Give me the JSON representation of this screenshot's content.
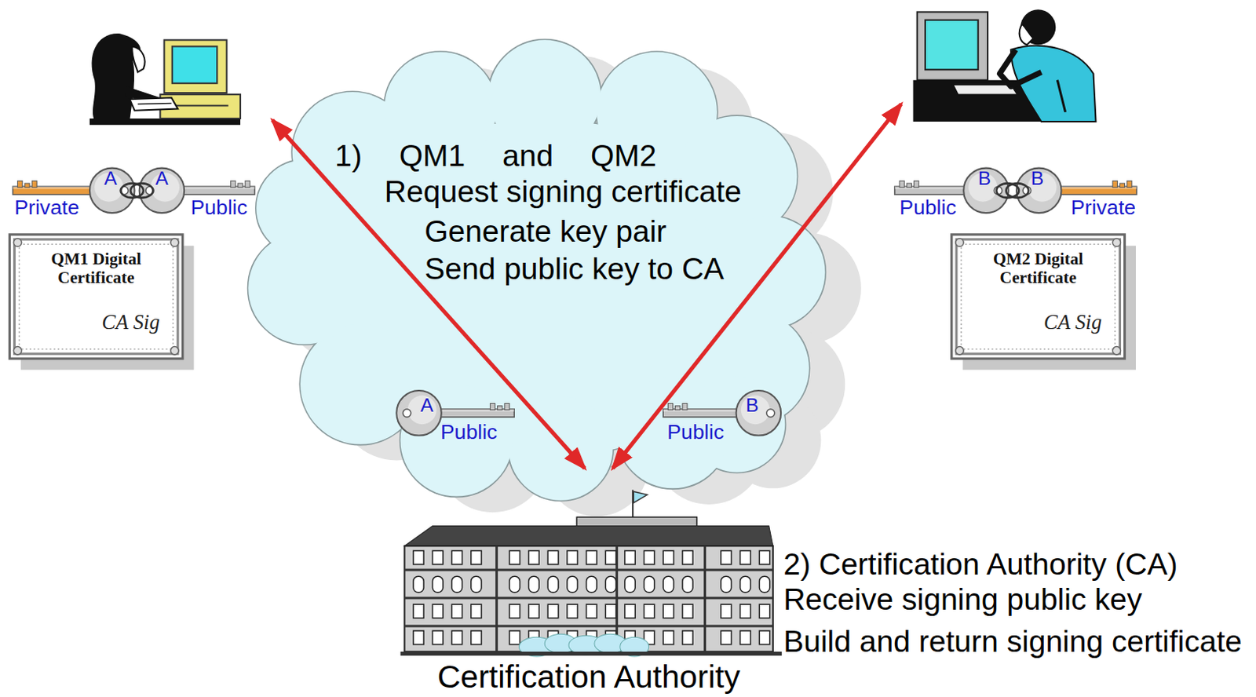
{
  "diagram": {
    "nodes": [
      {
        "text": [
          "1) QM1 and QM2",
          "Request signing certificate",
          "Generate key pair",
          "Send public key to CA"
        ]
      },
      {
        "text": [
          "Private",
          "A",
          "A",
          "Public"
        ]
      },
      {
        "text": [
          "Public",
          "B",
          "B",
          "Private"
        ]
      },
      {
        "text": [
          "QM1 Digital Certificate",
          "CA Sig"
        ]
      },
      {
        "text": [
          "QM2 Digital Certificate",
          "CA Sig"
        ]
      },
      {
        "text": [
          "A",
          "Public"
        ],
        "in": 0
      },
      {
        "text": [
          "B",
          "Public"
        ],
        "in": 0
      },
      {
        "text": [
          "Certification Authority"
        ]
      }
    ],
    "labels": [
      "2) Certification Authority (CA)",
      "Receive signing public key",
      "Build and return signing certificate"
    ]
  }
}
